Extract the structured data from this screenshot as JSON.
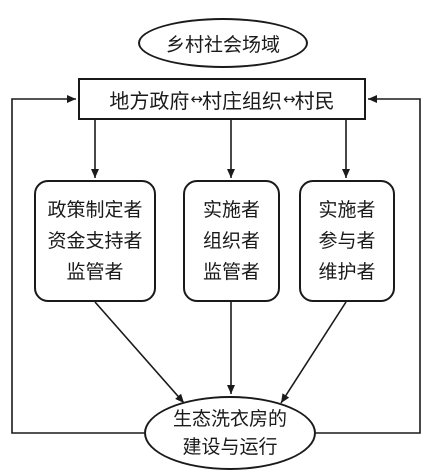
{
  "nodes": {
    "top": "乡村社会场域",
    "actors": {
      "government": "地方政府",
      "village_org": "村庄组织",
      "villagers": "村民",
      "link_arrow": "↔"
    },
    "government_roles": [
      "政策制定者",
      "资金支持者",
      "监管者"
    ],
    "village_org_roles": [
      "实施者",
      "组织者",
      "监管者"
    ],
    "villager_roles": [
      "实施者",
      "参与者",
      "维护者"
    ],
    "bottom": [
      "生态洗衣房的",
      "建设与运行"
    ]
  }
}
